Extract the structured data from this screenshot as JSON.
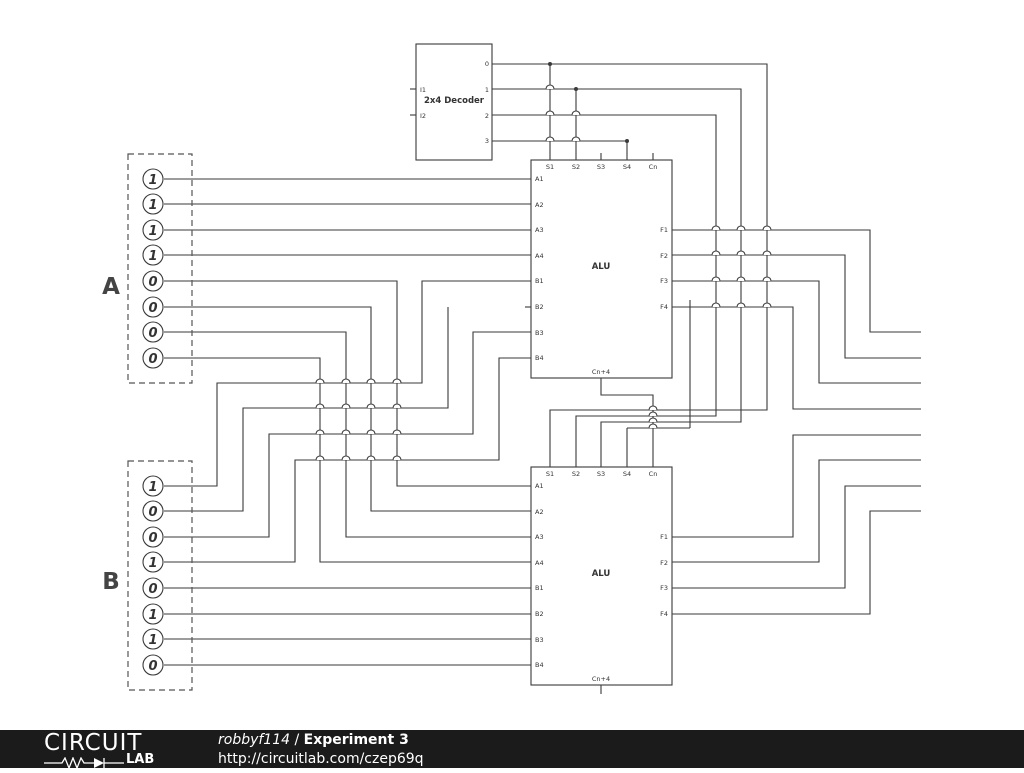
{
  "diagram": {
    "decoder": {
      "title": "2x4 Decoder",
      "inputs": [
        "I1",
        "I2"
      ],
      "outputs": [
        "0",
        "1",
        "2",
        "3"
      ]
    },
    "alu_top": {
      "title": "ALU",
      "select_pins": [
        "S1",
        "S2",
        "S3",
        "S4",
        "Cn"
      ],
      "a_pins": [
        "A1",
        "A2",
        "A3",
        "A4"
      ],
      "b_pins": [
        "B1",
        "B2",
        "B3",
        "B4"
      ],
      "f_pins": [
        "F1",
        "F2",
        "F3",
        "F4"
      ],
      "carry_out": "Cn+4"
    },
    "alu_bottom": {
      "title": "ALU",
      "select_pins": [
        "S1",
        "S2",
        "S3",
        "S4",
        "Cn"
      ],
      "a_pins": [
        "A1",
        "A2",
        "A3",
        "A4"
      ],
      "b_pins": [
        "B1",
        "B2",
        "B3",
        "B4"
      ],
      "f_pins": [
        "F1",
        "F2",
        "F3",
        "F4"
      ],
      "carry_out": "Cn+4"
    },
    "group_a": {
      "label": "A",
      "switches": [
        "1",
        "1",
        "1",
        "1",
        "0",
        "0",
        "0",
        "0"
      ]
    },
    "group_b": {
      "label": "B",
      "switches": [
        "1",
        "0",
        "0",
        "1",
        "0",
        "1",
        "1",
        "0"
      ]
    }
  },
  "footer": {
    "logo_top": "CIRCUIT",
    "logo_bottom": "LAB",
    "username": "robbyf114",
    "separator": " / ",
    "project": "Experiment 3",
    "url": "http://circuitlab.com/czep69q"
  }
}
